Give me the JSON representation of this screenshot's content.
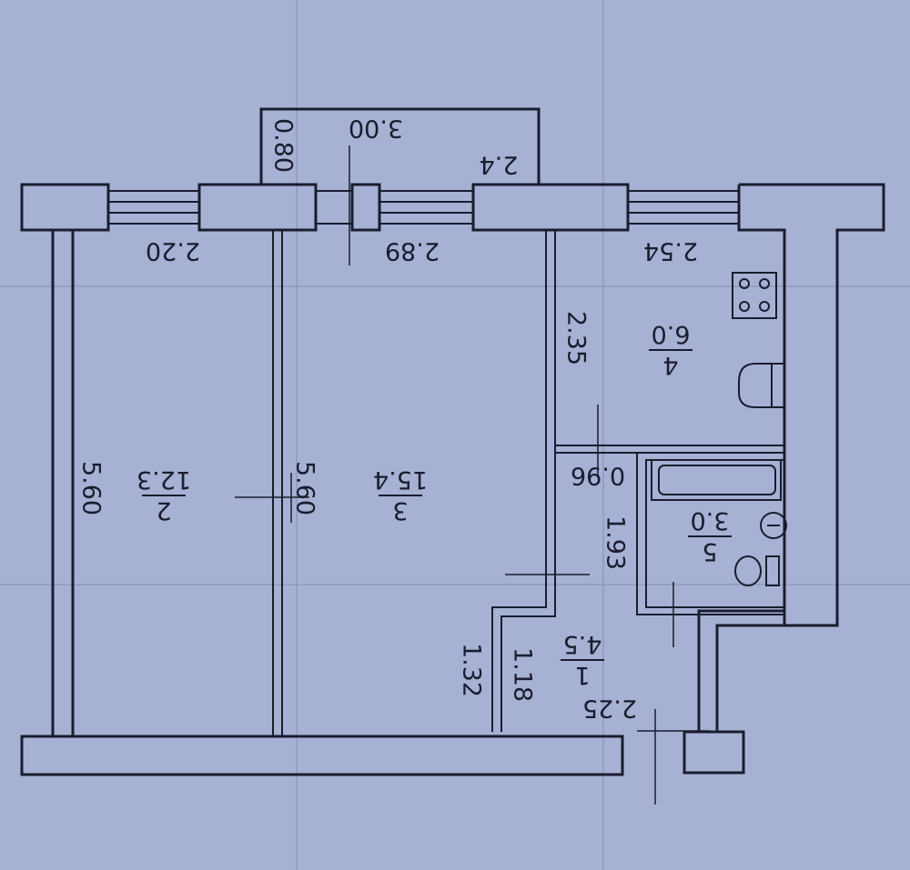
{
  "colors": {
    "paper": "#a7b1d4",
    "ink": "#1a1d2e",
    "grid": "#6f7898"
  },
  "dimensions": {
    "balcony_width": "3.00",
    "balcony_depth": "0.80",
    "balcony_area": "2.4",
    "room2_width": "2.20",
    "room3_width": "2.89",
    "kitchen_width": "2.54",
    "room2_length": "5.60",
    "room3_length": "5.60",
    "kitchen_length": "2.35",
    "bath_width": "0.96",
    "bath_length": "1.93",
    "hall_length_a": "1.32",
    "hall_length_b": "1.18",
    "hall_width": "2.25"
  },
  "rooms": [
    {
      "number": "2",
      "area": "12.3"
    },
    {
      "number": "3",
      "area": "15.4"
    },
    {
      "number": "4",
      "area": "6.0"
    },
    {
      "number": "5",
      "area": "3.0"
    },
    {
      "number": "1",
      "area": "4.5"
    }
  ],
  "icons": [
    "stove-icon",
    "sink-icon",
    "bathtub-icon",
    "toilet-icon"
  ]
}
